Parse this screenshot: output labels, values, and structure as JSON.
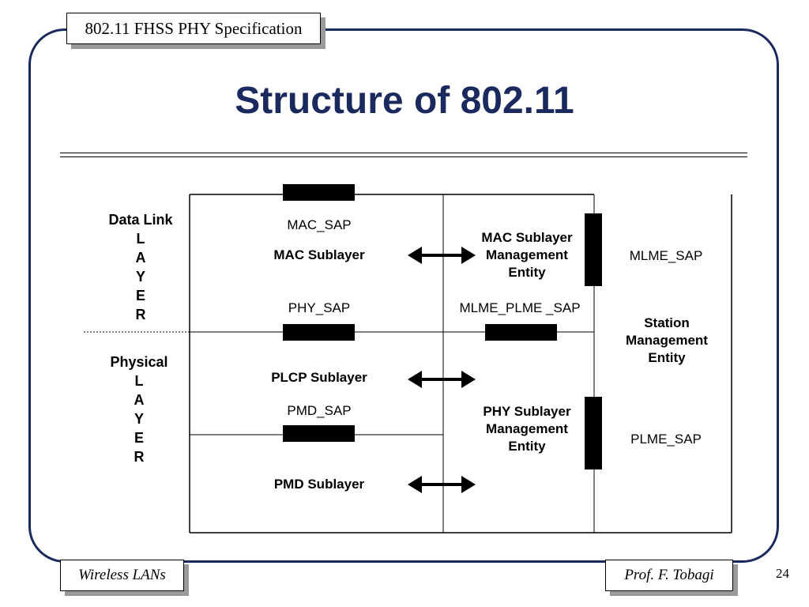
{
  "header": {
    "tag": "802.11 FHSS PHY Specification"
  },
  "slide": {
    "title": "Structure of 802.11"
  },
  "left_labels": {
    "data_link": {
      "heading": "Data Link",
      "letters": [
        "L",
        "A",
        "Y",
        "E",
        "R"
      ]
    },
    "physical": {
      "heading": "Physical",
      "letters": [
        "L",
        "A",
        "Y",
        "E",
        "R"
      ]
    }
  },
  "diagram": {
    "mac_sap": "MAC_SAP",
    "mac_sublayer": "MAC Sublayer",
    "phy_sap": "PHY_SAP",
    "plcp_sublayer": "PLCP Sublayer",
    "pmd_sap": "PMD_SAP",
    "pmd_sublayer": "PMD Sublayer",
    "mac_mgmt": [
      "MAC Sublayer",
      "Management",
      "Entity"
    ],
    "mlme_plme_sap": "MLME_PLME _SAP",
    "phy_mgmt": [
      "PHY Sublayer",
      "Management",
      "Entity"
    ],
    "mlme_sap": "MLME_SAP",
    "station_mgmt": [
      "Station",
      "Management",
      "Entity"
    ],
    "plme_sap": "PLME_SAP"
  },
  "footer": {
    "left": "Wireless LANs",
    "right": "Prof. F. Tobagi",
    "page_number": "24"
  },
  "colors": {
    "title": "#1a2a5e",
    "frame": "#1a2a5e",
    "shadow": "#9a9a9a"
  }
}
